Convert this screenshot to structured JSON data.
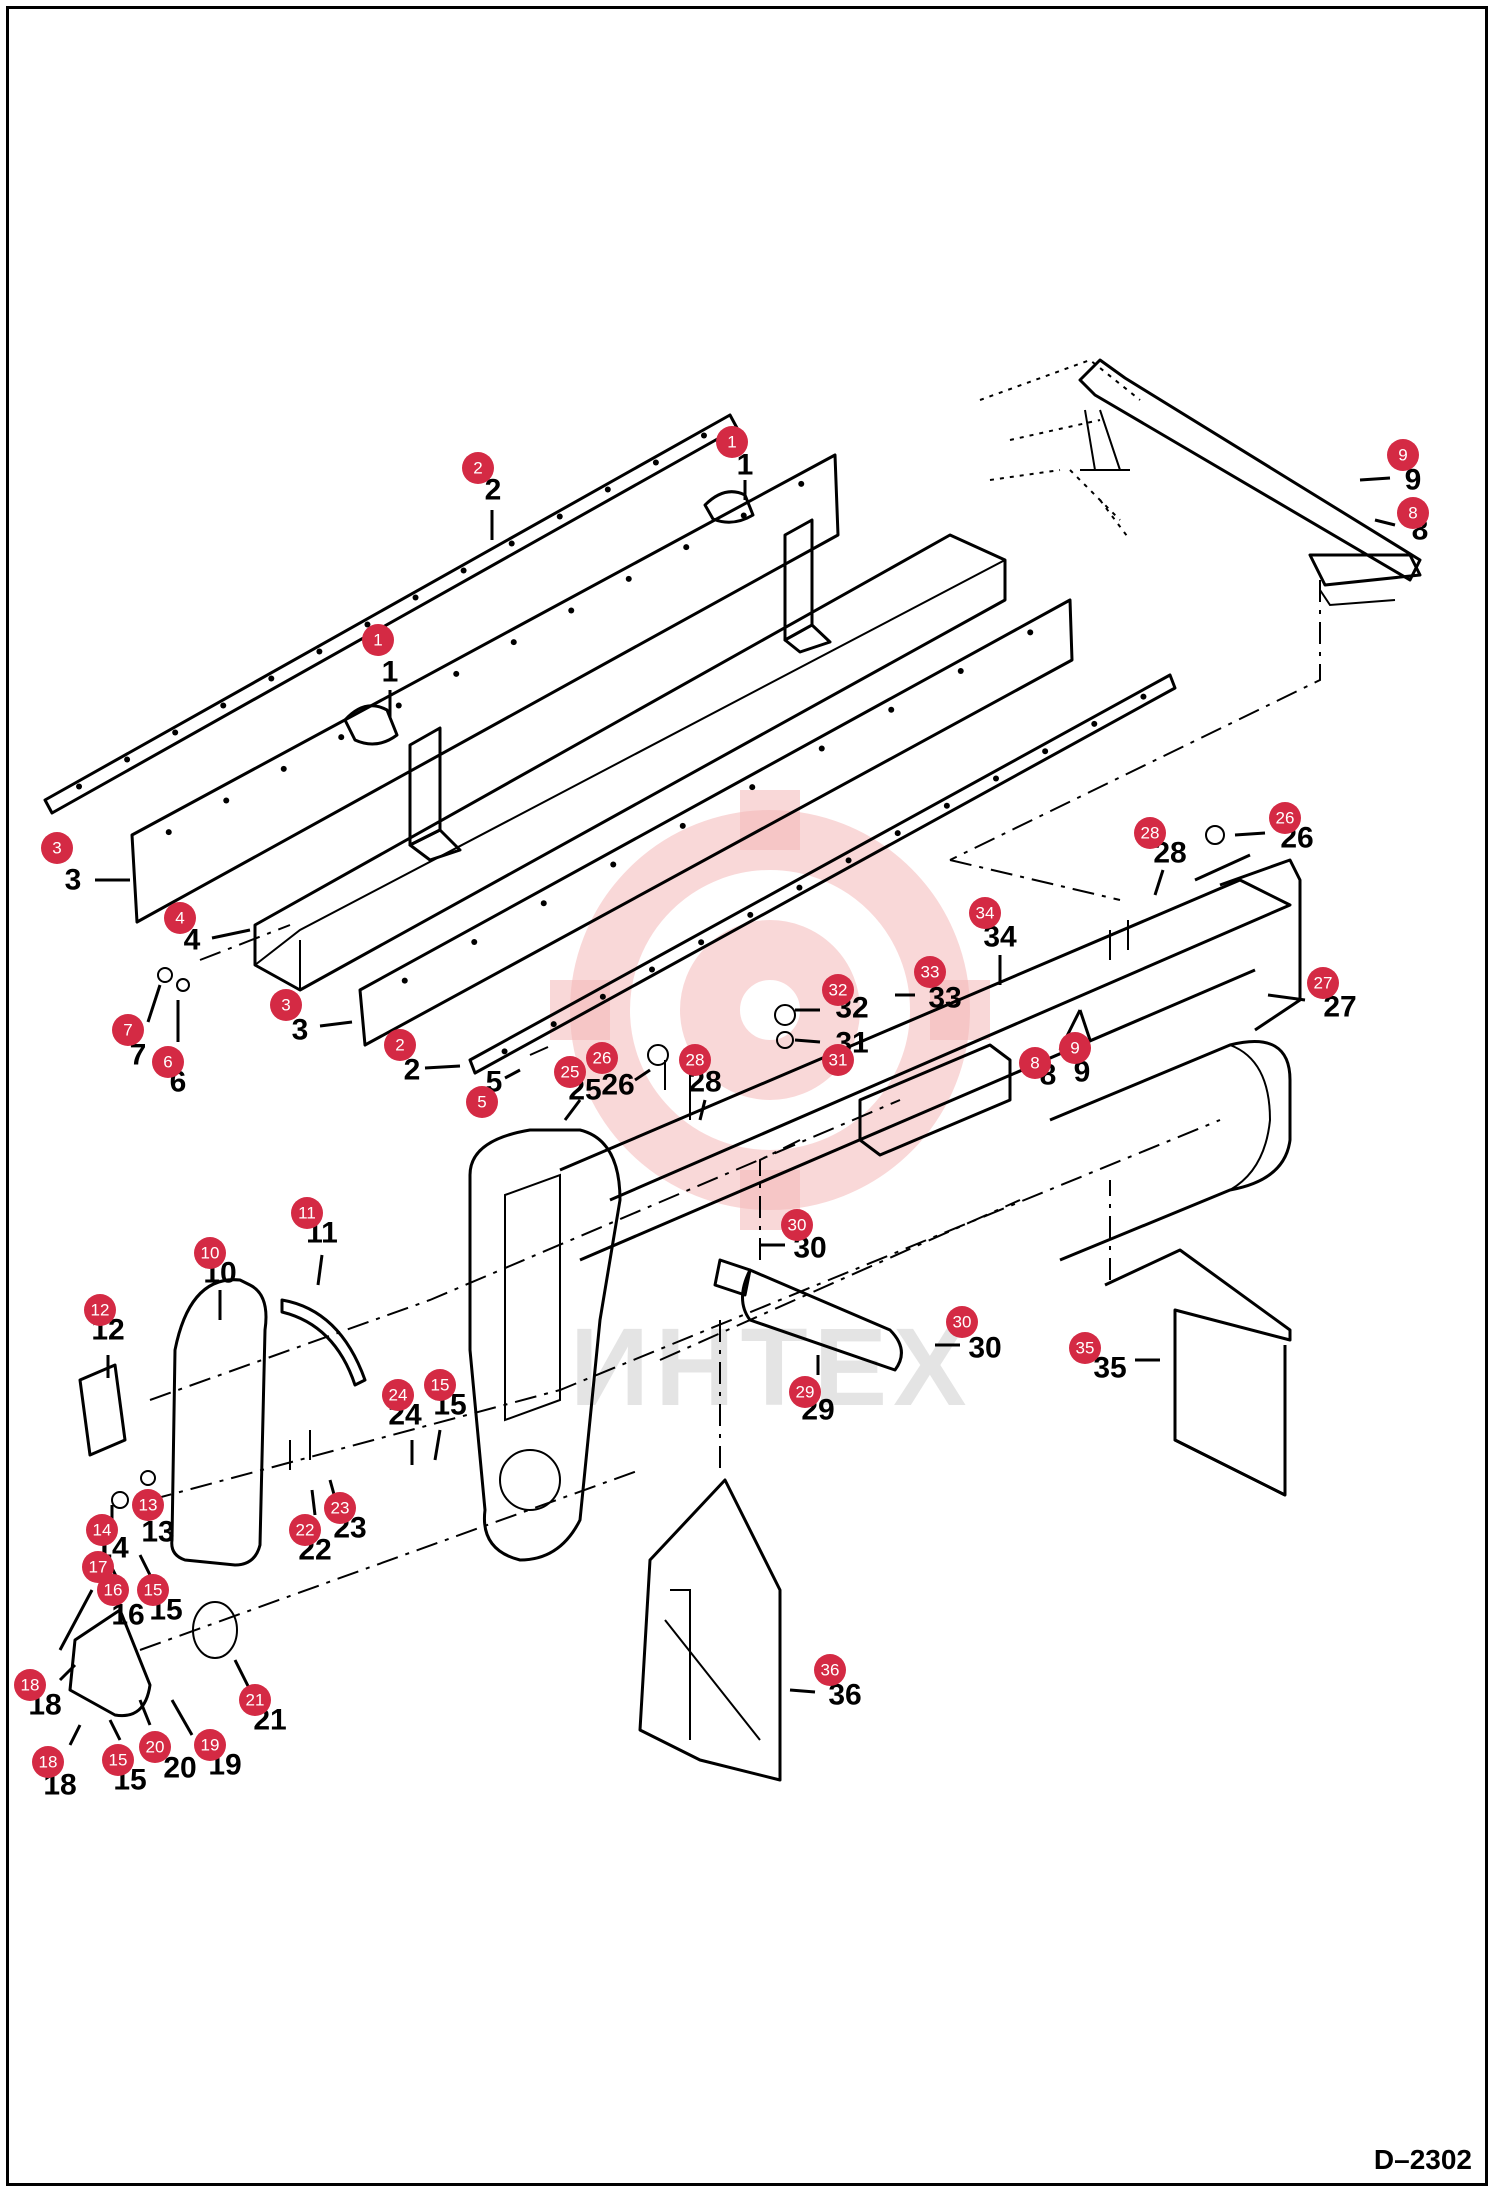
{
  "diagram": {
    "drawing_code": "D–2302",
    "watermark_text": "ИНТЕХ",
    "part_labels": [
      {
        "id": "1a",
        "number": "1",
        "label": "1"
      },
      {
        "id": "1b",
        "number": "1",
        "label": "1"
      },
      {
        "id": "2a",
        "number": "2",
        "label": "2"
      },
      {
        "id": "2b",
        "number": "2",
        "label": "2"
      },
      {
        "id": "3a",
        "number": "3",
        "label": "3"
      },
      {
        "id": "3b",
        "number": "3",
        "label": "3"
      },
      {
        "id": "4",
        "number": "4",
        "label": "4"
      },
      {
        "id": "5",
        "number": "5",
        "label": "5"
      },
      {
        "id": "6",
        "number": "6",
        "label": "6"
      },
      {
        "id": "7",
        "number": "7",
        "label": "7"
      },
      {
        "id": "8a",
        "number": "8",
        "label": "8"
      },
      {
        "id": "8b",
        "number": "8",
        "label": "8"
      },
      {
        "id": "9a",
        "number": "9",
        "label": "9"
      },
      {
        "id": "9b",
        "number": "9",
        "label": "9"
      },
      {
        "id": "10",
        "number": "10",
        "label": "10"
      },
      {
        "id": "11",
        "number": "11",
        "label": "11"
      },
      {
        "id": "12",
        "number": "12",
        "label": "12"
      },
      {
        "id": "13",
        "number": "13",
        "label": "13"
      },
      {
        "id": "14",
        "number": "14",
        "label": "14"
      },
      {
        "id": "15a",
        "number": "15",
        "label": "15"
      },
      {
        "id": "15b",
        "number": "15",
        "label": "15"
      },
      {
        "id": "15c",
        "number": "15",
        "label": "15"
      },
      {
        "id": "16",
        "number": "16",
        "label": "16"
      },
      {
        "id": "17",
        "number": "17",
        "label": ""
      },
      {
        "id": "18a",
        "number": "18",
        "label": "18"
      },
      {
        "id": "18b",
        "number": "18",
        "label": "18"
      },
      {
        "id": "19",
        "number": "19",
        "label": "19"
      },
      {
        "id": "20",
        "number": "20",
        "label": "20"
      },
      {
        "id": "21",
        "number": "21",
        "label": "21"
      },
      {
        "id": "22",
        "number": "22",
        "label": "22"
      },
      {
        "id": "23",
        "number": "23",
        "label": "23"
      },
      {
        "id": "24",
        "number": "24",
        "label": "24"
      },
      {
        "id": "25",
        "number": "25",
        "label": "25"
      },
      {
        "id": "26a",
        "number": "26",
        "label": "26"
      },
      {
        "id": "26b",
        "number": "26",
        "label": "26"
      },
      {
        "id": "27",
        "number": "27",
        "label": "27"
      },
      {
        "id": "28a",
        "number": "28",
        "label": "28"
      },
      {
        "id": "28b",
        "number": "28",
        "label": "28"
      },
      {
        "id": "29",
        "number": "29",
        "label": "29"
      },
      {
        "id": "30a",
        "number": "30",
        "label": "30"
      },
      {
        "id": "30b",
        "number": "30",
        "label": "30"
      },
      {
        "id": "31",
        "number": "31",
        "label": "31"
      },
      {
        "id": "32",
        "number": "32",
        "label": "32"
      },
      {
        "id": "33",
        "number": "33",
        "label": "33"
      },
      {
        "id": "34",
        "number": "34",
        "label": "34"
      },
      {
        "id": "35",
        "number": "35",
        "label": "35"
      },
      {
        "id": "36",
        "number": "36",
        "label": "36"
      }
    ]
  }
}
